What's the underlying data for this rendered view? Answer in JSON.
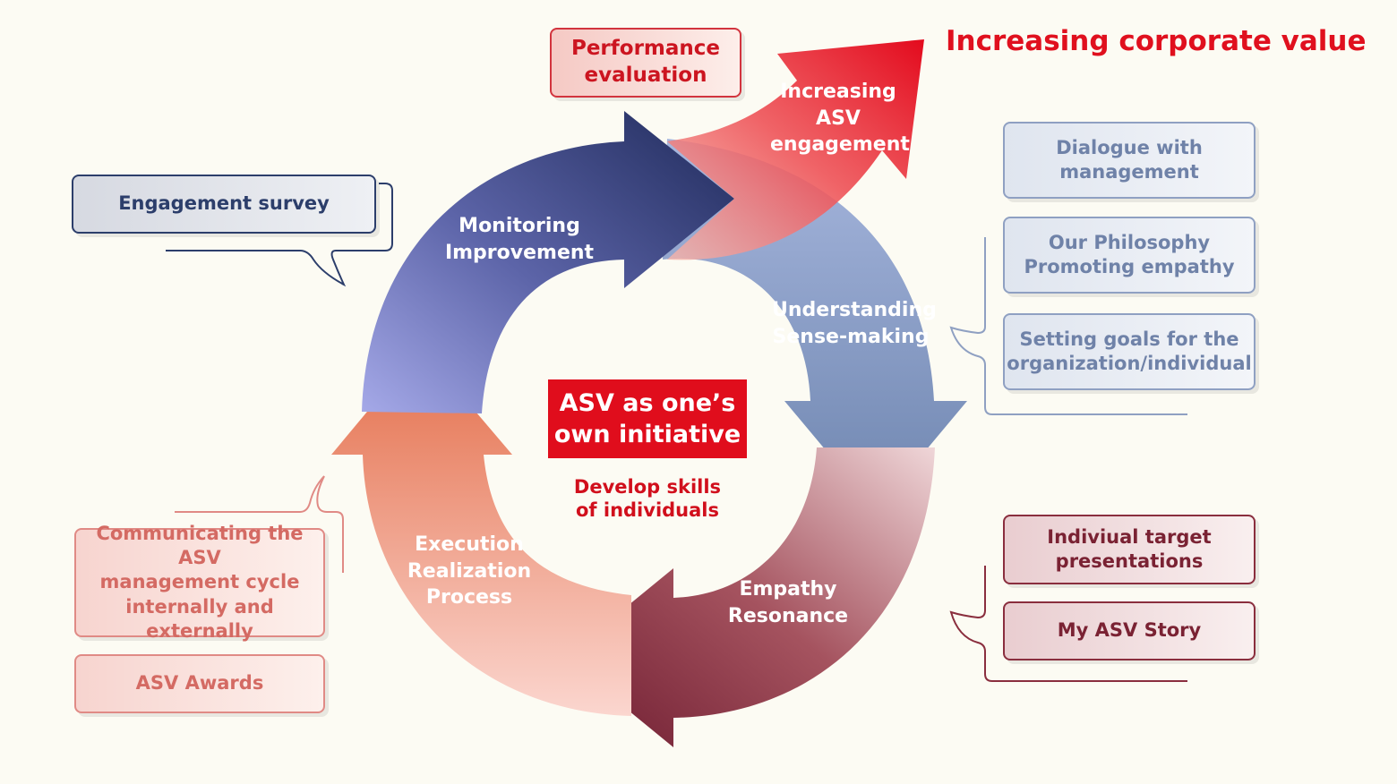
{
  "title": "Increasing corporate value",
  "center": {
    "main": "ASV as one’s\nown initiative",
    "sub": "Develop skills\nof individuals"
  },
  "cycle": {
    "monitoring": "Monitoring\nImprovement",
    "understanding": "Understanding\nSense-making",
    "empathy": "Empathy\nResonance",
    "execution": "Execution\nRealization\nProcess",
    "growth_arrow": "Increasing\nASV\nengagement"
  },
  "boxes": {
    "performance": "Performance\nevaluation",
    "engagement_survey": "Engagement survey",
    "dialogue": "Dialogue with\nmanagement",
    "philosophy": "Our Philosophy\nPromoting empathy",
    "goals": "Setting goals for the\norganization/individual",
    "target_presentations": "Indiviual  target\npresentations",
    "my_story": "My ASV Story",
    "communicating": "Communicating the ASV\nmanagement cycle\ninternally and externally",
    "awards": "ASV Awards"
  },
  "colors": {
    "accent_red": "#e0101e",
    "navy": "#2c3e6b",
    "steel_blue": "#7a8db0",
    "maroon": "#7a2233",
    "salmon": "#e8825f"
  }
}
